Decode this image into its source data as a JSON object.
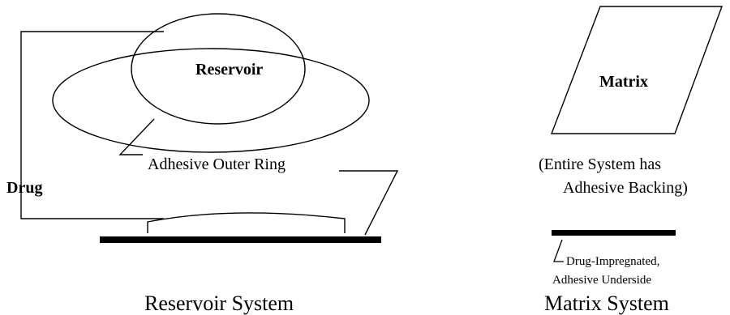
{
  "reservoir_system": {
    "reservoir_label": "Reservoir",
    "adhesive_ring_label": "Adhesive Outer Ring",
    "drug_label": "Drug",
    "caption": "Reservoir System"
  },
  "matrix_system": {
    "matrix_label": "Matrix",
    "note_line1": "(Entire System has",
    "note_line2": "Adhesive Backing)",
    "underside_line1": "Drug-Impregnated,",
    "underside_line2": "Adhesive Underside",
    "caption": "Matrix System"
  }
}
